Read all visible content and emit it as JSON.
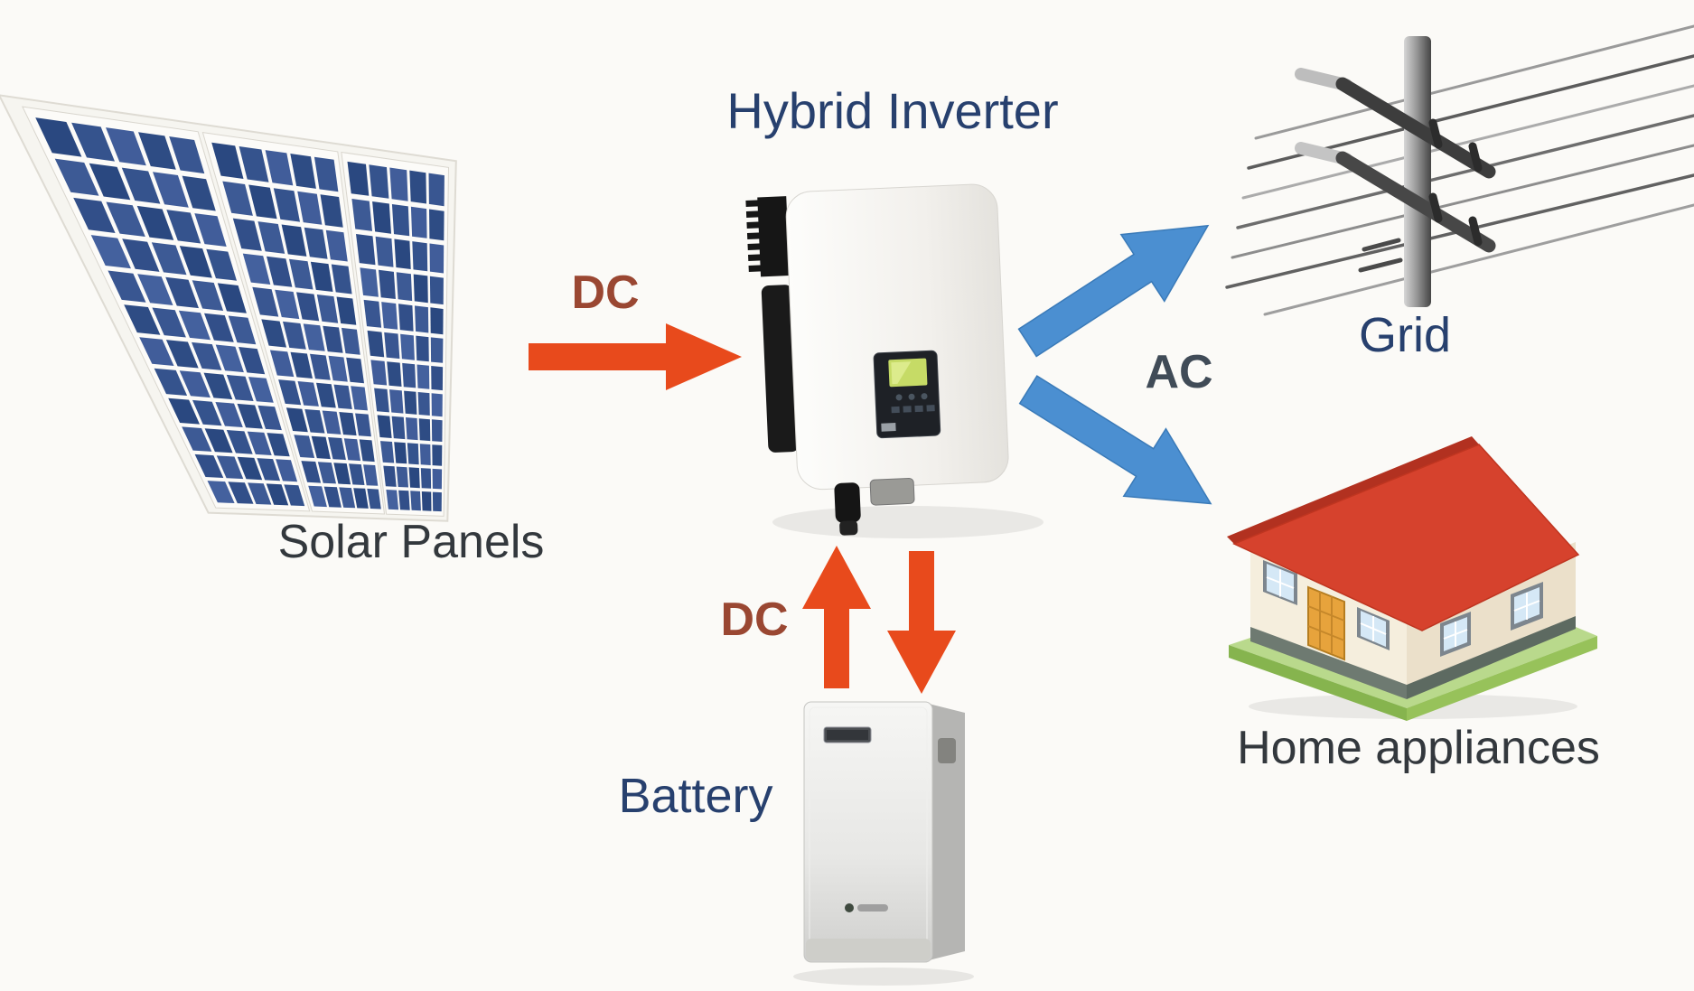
{
  "diagram": {
    "background": "#fbfaf7",
    "nodes": {
      "solar_panels": {
        "label": "Solar Panels"
      },
      "hybrid_inverter": {
        "label": "Hybrid Inverter"
      },
      "grid": {
        "label": "Grid"
      },
      "home_appliances": {
        "label": "Home appliances"
      },
      "battery": {
        "label": "Battery"
      }
    },
    "flows": {
      "solar_to_inverter": {
        "label": "DC",
        "from": "solar_panels",
        "to": "hybrid_inverter"
      },
      "inverter_to_grid_home": {
        "label": "AC",
        "from": "hybrid_inverter",
        "to": "grid and home_appliances"
      },
      "inverter_battery": {
        "label": "DC",
        "from": "hybrid_inverter",
        "to": "battery",
        "bidirectional": true
      }
    },
    "colors": {
      "dc_arrow": "#e84a1c",
      "ac_arrow": "#4b8fd1",
      "ac_arrow_stroke": "#3a7ab8",
      "dc_text": "#9a4732",
      "ac_text": "#404b57",
      "label_blue": "#27406e",
      "label_dark": "#33383d",
      "panel_blue": "#2a4880",
      "roof_red": "#d6422d",
      "battery_silver": "#e7e7e5"
    }
  }
}
